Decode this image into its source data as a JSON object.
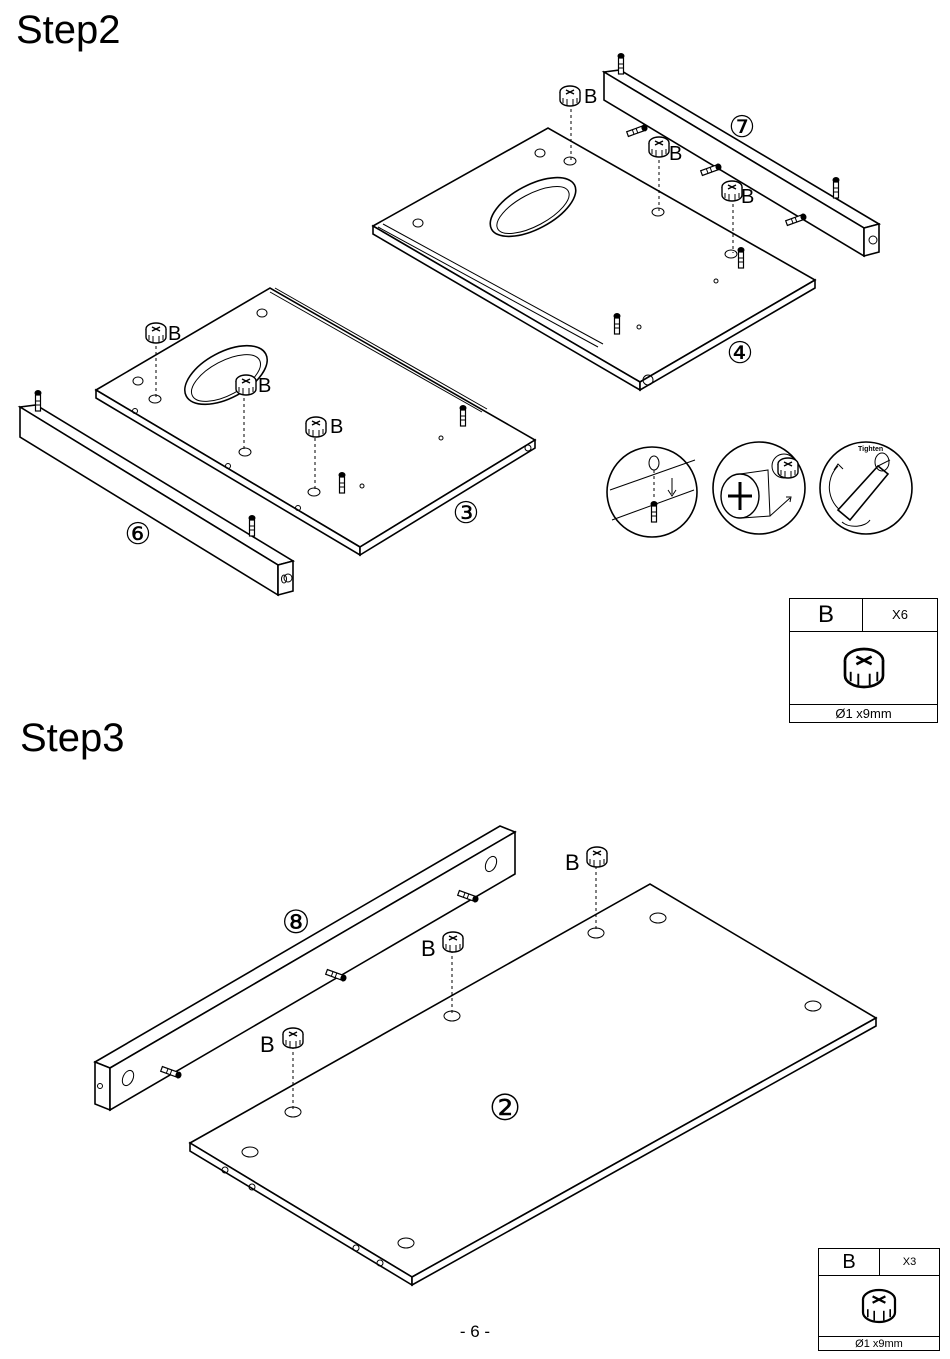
{
  "page": {
    "page_number": "- 6 -"
  },
  "step2": {
    "title": "Step2",
    "part_labels": {
      "p3": "③",
      "p4": "④",
      "p6": "⑥",
      "p7": "⑦"
    },
    "fitting_label": "B",
    "tighten_label": "Tighten",
    "parts_box": {
      "letter": "B",
      "quantity": "X6",
      "spec": "Ø1  x9mm"
    }
  },
  "step3": {
    "title": "Step3",
    "part_labels": {
      "p2": "②",
      "p8": "⑧"
    },
    "fitting_label": "B",
    "parts_box": {
      "letter": "B",
      "quantity": "X3",
      "spec": "Ø1  x9mm"
    }
  },
  "icons": {
    "cam_lock": "cam-lock-fitting-icon",
    "dowel": "dowel-pin-icon",
    "detail_insert": "insert-cam-detail-icon",
    "detail_rotate": "rotate-cam-detail-icon",
    "detail_tighten": "tighten-screwdriver-detail-icon"
  },
  "colors": {
    "ink": "#000000",
    "paper": "#ffffff"
  }
}
